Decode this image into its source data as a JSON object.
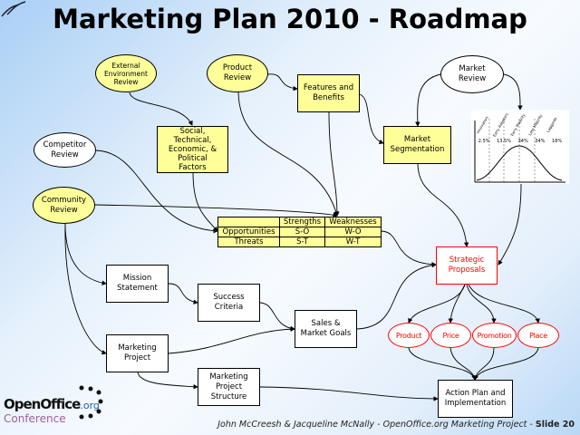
{
  "title": "Marketing Plan 2010 - Roadmap",
  "nodes": {
    "external_env": "External\nEnvironment\nReview",
    "product_review": "Product\nReview",
    "features": "Features and\nBenefits",
    "market_review": "Market\nReview",
    "pest": "Social,\nTechnical,\nEconomic, &\nPolitical\nFactors",
    "segmentation": "Market\nSegmentation",
    "competitor": "Competitor\nReview",
    "community": "Community\nReview",
    "strategic": "Strategic\nProposals",
    "mission": "Mission\nStatement",
    "success": "Success\nCriteria",
    "sales": "Sales &\nMarket Goals",
    "mkt_project": "Marketing\nProject",
    "mkt_structure": "Marketing\nProject\nStructure",
    "action": "Action Plan and\nImplementation",
    "product": "Product",
    "price": "Price",
    "promotion": "Promotion",
    "place": "Place"
  },
  "swot": {
    "headers": [
      "",
      "Strengths",
      "Weaknesses"
    ],
    "rows": [
      [
        "Opportunities",
        "S-O",
        "W-O"
      ],
      [
        "Threats",
        "S-T",
        "W-T"
      ]
    ]
  },
  "adoption": {
    "segments": [
      "Innovators",
      "Early Adopters",
      "Early Majority",
      "Late Majority",
      "Laggards"
    ],
    "percents": [
      "2.5%",
      "13.5%",
      "34%",
      "34%",
      "16%"
    ]
  },
  "footer": {
    "text": "John McCreesh & Jacqueline McNally - OpenOffice.org Marketing Project - ",
    "slide": "Slide 20"
  },
  "logo": {
    "brand": "OpenOffice",
    "org": ".org",
    "conference": "Conference"
  }
}
